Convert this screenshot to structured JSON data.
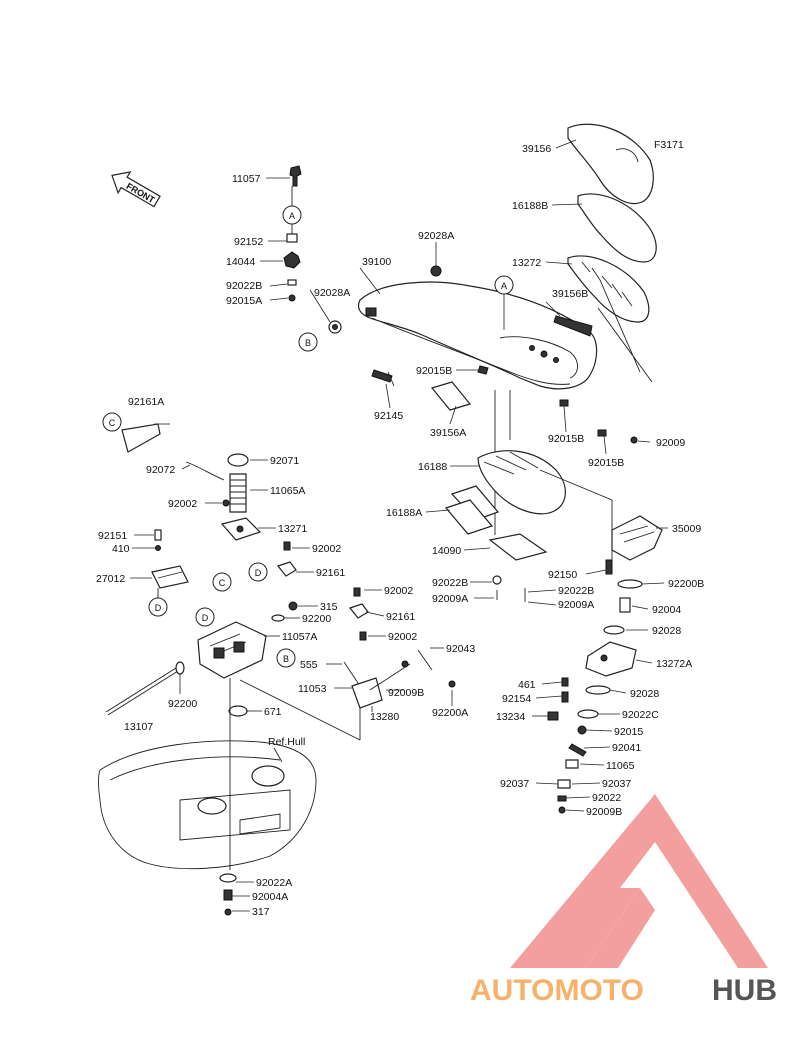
{
  "front_arrow": {
    "text": "FRONT",
    "icon": "front-arrow-icon"
  },
  "diagram_code": "F3171",
  "ref_hull": "Ref.Hull",
  "callouts": [
    {
      "id": "A1",
      "letter": "A"
    },
    {
      "id": "A2",
      "letter": "A"
    },
    {
      "id": "B1",
      "letter": "B"
    },
    {
      "id": "B2",
      "letter": "B"
    },
    {
      "id": "C1",
      "letter": "C"
    },
    {
      "id": "C2",
      "letter": "C"
    },
    {
      "id": "D1",
      "letter": "D"
    },
    {
      "id": "D2",
      "letter": "D"
    },
    {
      "id": "D3",
      "letter": "D"
    }
  ],
  "labels": {
    "l11057": "11057",
    "l92152": "92152",
    "l14044": "14044",
    "l92022B_a": "92022B",
    "l92015A": "92015A",
    "l92028A_top": "92028A",
    "l39100": "39100",
    "l92028A_left": "92028A",
    "l92015B_a": "92015B",
    "l92145": "92145",
    "l39156A": "39156A",
    "l92015B_b": "92015B",
    "l92015B_c": "92015B",
    "l92009": "92009",
    "l39156": "39156",
    "l16188B": "16188B",
    "l13272": "13272",
    "l39156B": "39156B",
    "l92161A": "92161A",
    "l92072": "92072",
    "l92071": "92071",
    "l92002_a": "92002",
    "l11065A": "11065A",
    "l13271": "13271",
    "l92151": "92151",
    "l410": "410",
    "l27012": "27012",
    "l92002_b": "92002",
    "l92161_a": "92161",
    "l315": "315",
    "l92200_a": "92200",
    "l11057A": "11057A",
    "l92200_b": "92200",
    "l13107": "13107",
    "l671": "671",
    "l92002_c": "92002",
    "l92161_b": "92161",
    "l92002_d": "92002",
    "l92043": "92043",
    "l555": "555",
    "l11053": "11053",
    "l92009B_a": "92009B",
    "l13280": "13280",
    "l92200A": "92200A",
    "l16188": "16188",
    "l16188A": "16188A",
    "l14090": "14090",
    "l92022B_b": "92022B",
    "l92009A_a": "92009A",
    "l92022B_c": "92022B",
    "l92009A_b": "92009A",
    "l92150": "92150",
    "l35009": "35009",
    "l92200B": "92200B",
    "l92004": "92004",
    "l92028_a": "92028",
    "l13272A": "13272A",
    "l461": "461",
    "l92154": "92154",
    "l92028_b": "92028",
    "l13234": "13234",
    "l92022C": "92022C",
    "l92015": "92015",
    "l92041": "92041",
    "l11065": "11065",
    "l92037_a": "92037",
    "l92037_b": "92037",
    "l92022": "92022",
    "l92009B_b": "92009B",
    "l92022A": "92022A",
    "l92004A": "92004A",
    "l317": "317"
  },
  "watermark": {
    "part1": "AUTOMOTO",
    "part2": "HUB",
    "color1": "#f6b26b",
    "color2": "#555555",
    "logo_color": "#f08080"
  }
}
